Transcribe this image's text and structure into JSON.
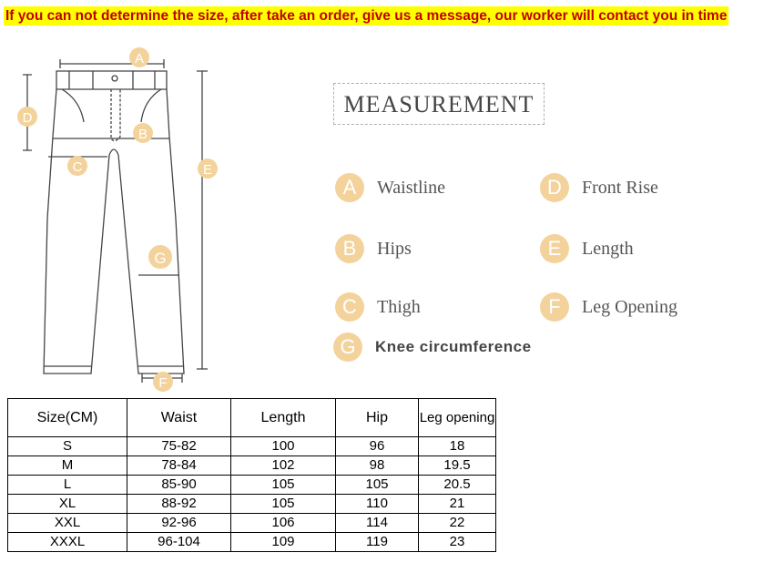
{
  "banner": "If you can not determine the size, after take  an  order, give us a message, our worker will contact you in time",
  "diagram": {
    "title": "MEASUREMENT",
    "markers": [
      "A",
      "B",
      "C",
      "D",
      "E",
      "F",
      "G"
    ],
    "legend": [
      {
        "letter": "A",
        "label": "Waistline"
      },
      {
        "letter": "D",
        "label": "Front Rise"
      },
      {
        "letter": "B",
        "label": "Hips"
      },
      {
        "letter": "E",
        "label": "Length"
      },
      {
        "letter": "C",
        "label": "Thigh"
      },
      {
        "letter": "F",
        "label": "Leg Opening"
      },
      {
        "letter": "G",
        "label": "Knee circumference"
      }
    ]
  },
  "colors": {
    "badge": "#f3d39b",
    "banner_bg": "#ffff00",
    "banner_text": "#c00000"
  },
  "size_table": {
    "headers": [
      "Size(CM)",
      "Waist",
      "Length",
      "Hip",
      "Leg opening"
    ],
    "rows": [
      [
        "S",
        "75-82",
        "100",
        "96",
        "18"
      ],
      [
        "M",
        "78-84",
        "102",
        "98",
        "19.5"
      ],
      [
        "L",
        "85-90",
        "105",
        "105",
        "20.5"
      ],
      [
        "XL",
        "88-92",
        "105",
        "110",
        "21"
      ],
      [
        "XXL",
        "92-96",
        "106",
        "114",
        "22"
      ],
      [
        "XXXL",
        "96-104",
        "109",
        "119",
        "23"
      ]
    ]
  }
}
